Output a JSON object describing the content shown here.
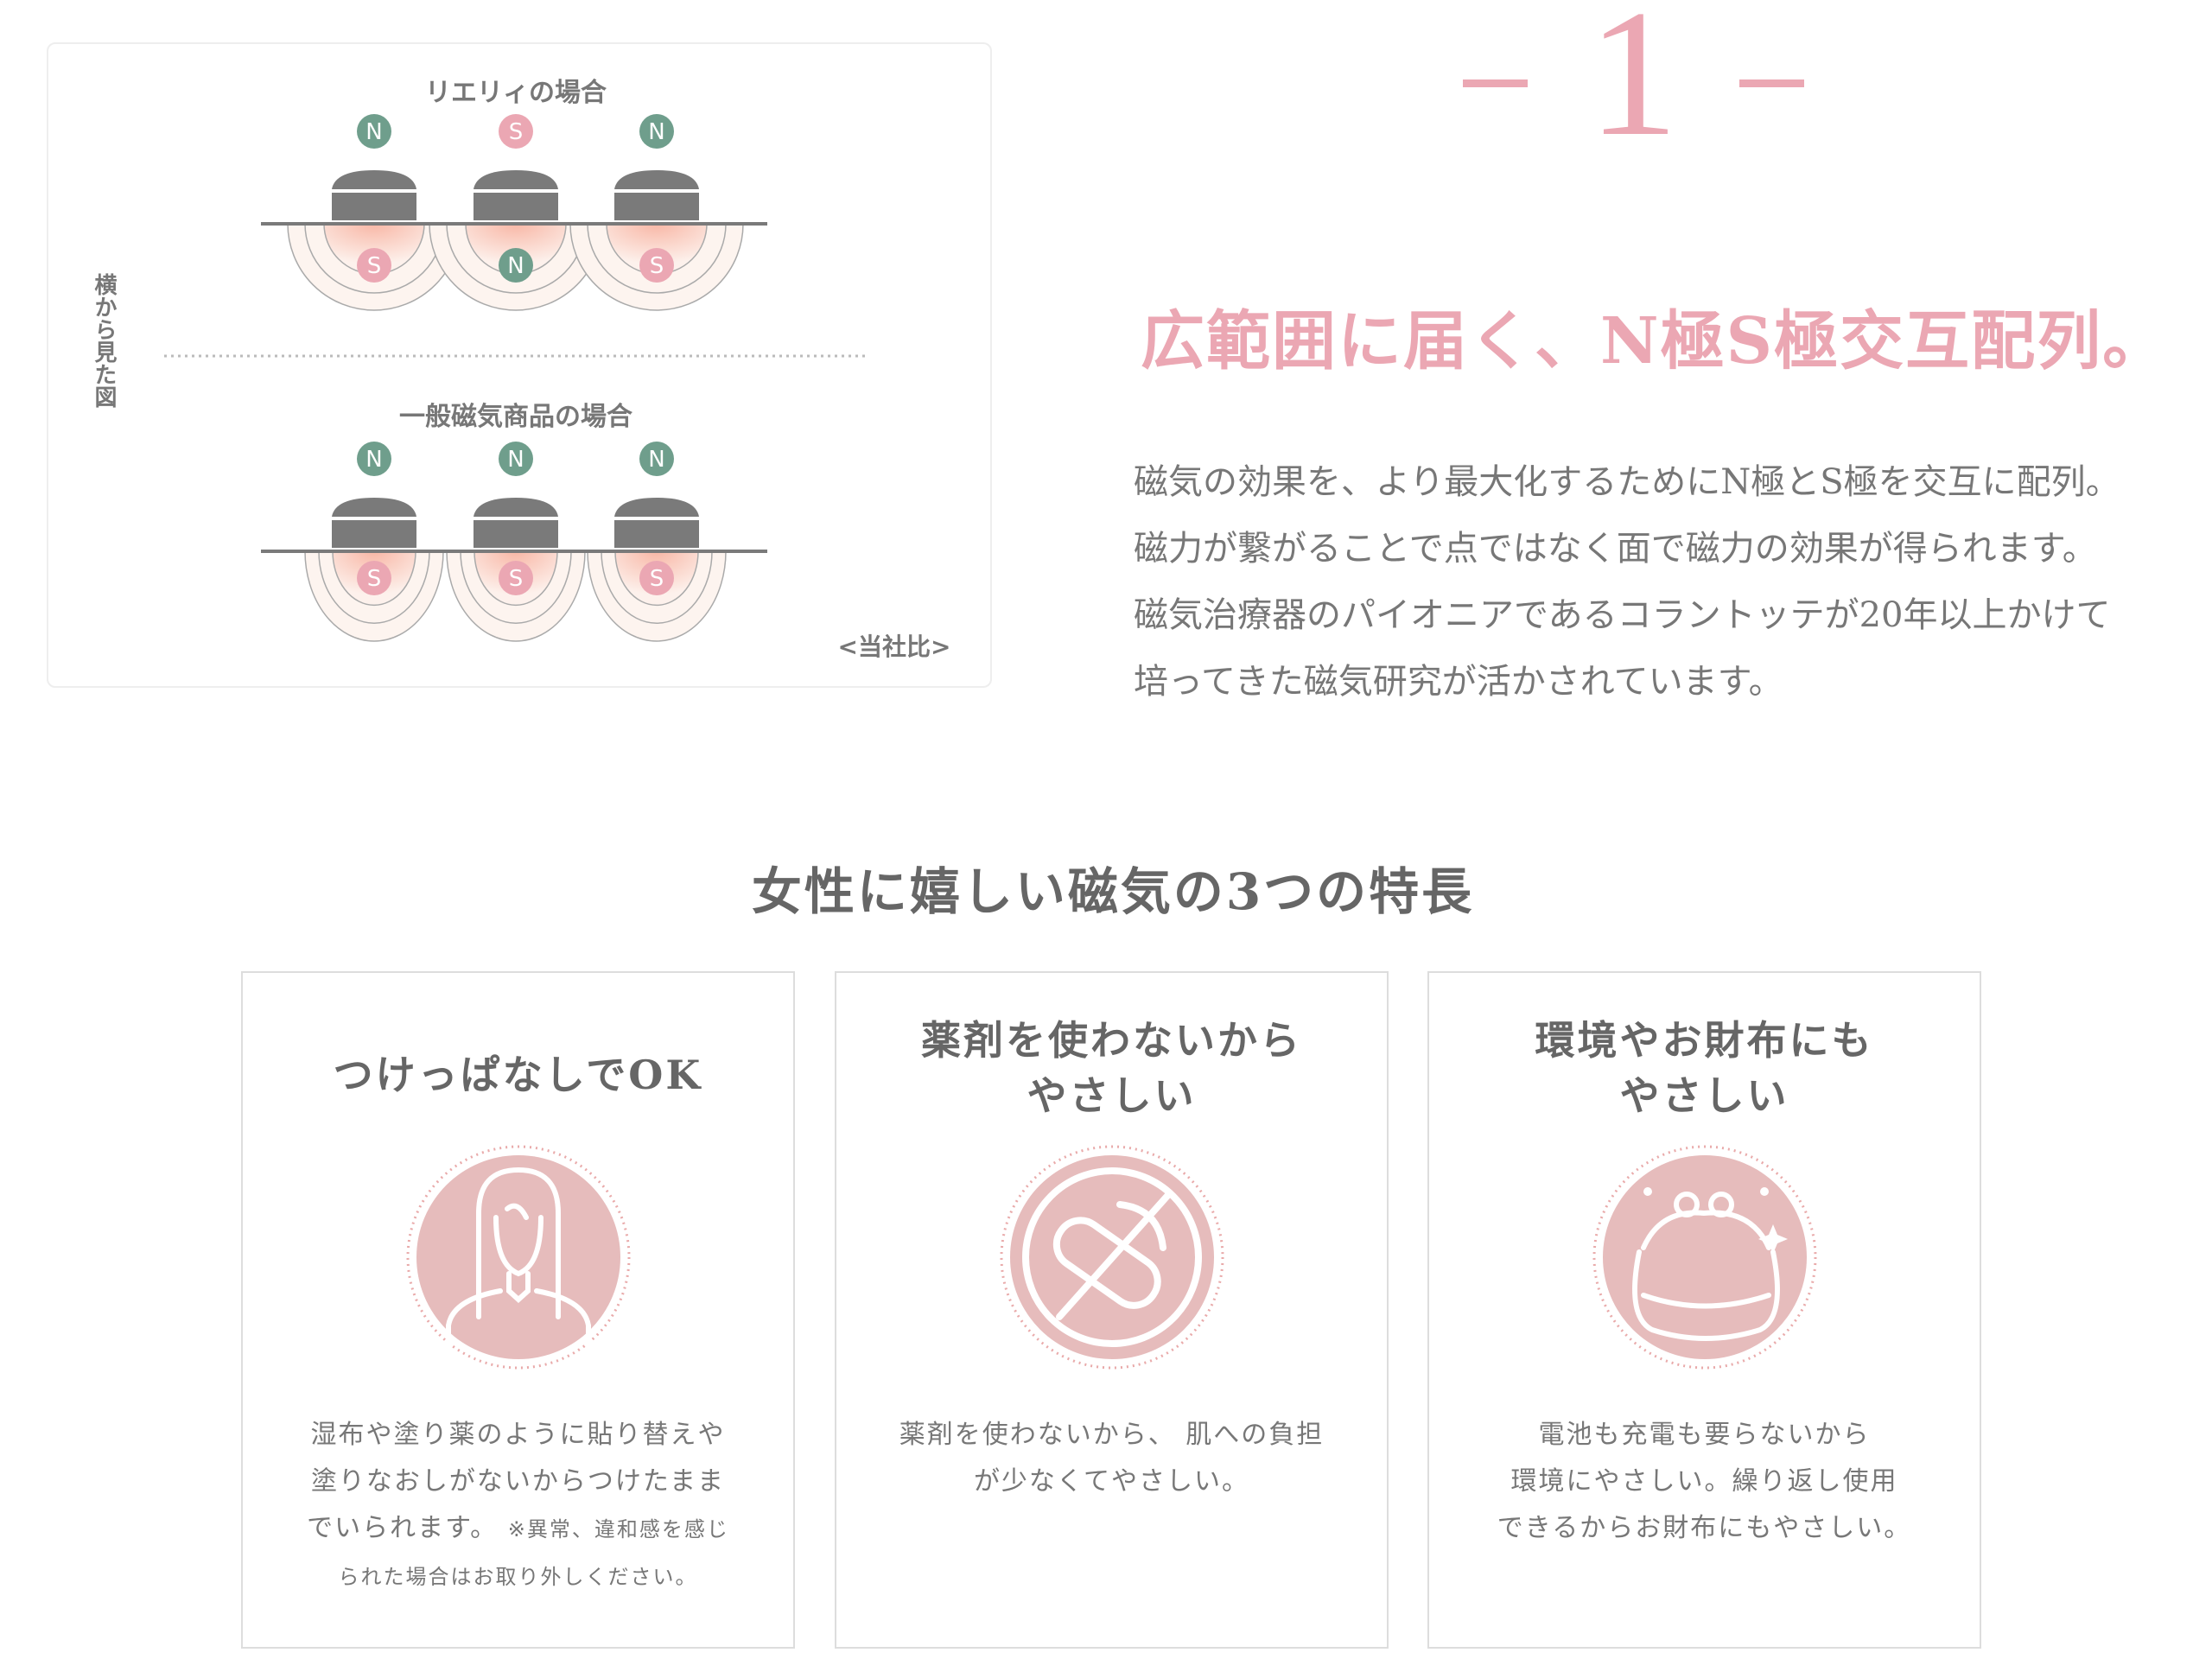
{
  "diagram": {
    "side_label": "横から見た図",
    "top_title": "リエリィの場合",
    "top_upper_poles": [
      "N",
      "S",
      "N"
    ],
    "top_lower_poles": [
      "S",
      "N",
      "S"
    ],
    "bottom_title": "一般磁気商品の場合",
    "bottom_upper_poles": [
      "N",
      "N",
      "N"
    ],
    "bottom_lower_poles": [
      "S",
      "S",
      "S"
    ],
    "note": "<当社比>"
  },
  "section": {
    "number": "1",
    "headline": "広範囲に届く、N極S極交互配列。",
    "paragraph": [
      "磁気の効果を、より最大化するためにN極とS極を交互に配列。",
      "磁力が繋がることで点ではなく面で磁力の効果が得られます。",
      "磁気治療器のパイオニアであるコラントッテが20年以上かけて",
      "培ってきた磁気研究が活かされています。"
    ]
  },
  "features": {
    "title": "女性に嬉しい磁気の3つの特長",
    "cards": [
      {
        "title": [
          "つけっぱなしでOK"
        ],
        "icon": "woman-icon",
        "desc": [
          "湿布や塗り薬のように貼り替えや",
          "塗りなおしがないからつけたまま",
          "でいられます。"
        ],
        "note": [
          "※異常、違和感を感じ",
          "られた場合はお取り外しください。"
        ]
      },
      {
        "title": [
          "薬剤を使わないから",
          "やさしい"
        ],
        "icon": "no-medicine-icon",
        "desc": [
          "薬剤を使わないから、 肌への負担",
          "が少なくてやさしい。"
        ]
      },
      {
        "title": [
          "環境やお財布にも",
          "やさしい"
        ],
        "icon": "purse-icon",
        "desc": [
          "電池も充電も要らないから",
          "環境にやさしい。繰り返し使用",
          "できるからお財布にもやさしい。"
        ]
      }
    ]
  },
  "colors": {
    "pink": "#eba7b3",
    "green": "#6f9e8c",
    "magnet": "#7a7a7a",
    "icon_bg": "#e6bcbc"
  }
}
